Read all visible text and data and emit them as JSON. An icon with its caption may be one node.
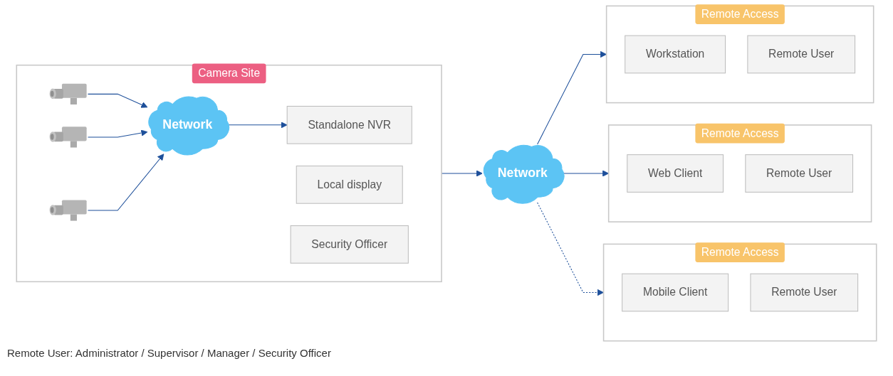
{
  "diagram": {
    "nodes": [
      {
        "text": [
          "Camera Site"
        ]
      },
      {
        "text": [],
        "shape": "picture",
        "in": 0
      },
      {
        "text": [],
        "shape": "picture",
        "in": 0
      },
      {
        "text": [],
        "shape": "picture",
        "in": 0
      },
      {
        "text": [
          "Network"
        ],
        "in": 0
      },
      {
        "text": [
          "Standalone NVR"
        ],
        "in": 0
      },
      {
        "text": [
          "Local display"
        ],
        "in": 0
      },
      {
        "text": [
          "Security Officer"
        ],
        "in": 0
      },
      {
        "text": [
          "Network"
        ]
      },
      {
        "text": [
          "Remote Access"
        ]
      },
      {
        "text": [
          "Workstation"
        ],
        "in": 9
      },
      {
        "text": [
          "Remote User"
        ],
        "in": 9
      },
      {
        "text": [
          "Remote Access"
        ]
      },
      {
        "text": [
          "Web Client"
        ],
        "in": 12
      },
      {
        "text": [
          "Remote User"
        ],
        "in": 12
      },
      {
        "text": [
          "Remote Access"
        ]
      },
      {
        "text": [
          "Mobile Client"
        ],
        "in": 15
      },
      {
        "text": [
          "Remote User"
        ],
        "in": 15
      }
    ],
    "edges": [
      {
        "from": 1,
        "to": 4,
        "arrow": "to"
      },
      {
        "from": 2,
        "to": 4,
        "arrow": "to"
      },
      {
        "from": 3,
        "to": 4,
        "arrow": "to"
      },
      {
        "from": 4,
        "to": 5,
        "arrow": "to"
      },
      {
        "from": 0,
        "to": 8,
        "arrow": "to"
      },
      {
        "from": 8,
        "to": 9,
        "arrow": "to"
      },
      {
        "from": 8,
        "to": 12,
        "arrow": "to"
      },
      {
        "from": 8,
        "to": 15,
        "arrow": "to",
        "style": "dashed"
      }
    ],
    "labels": [
      "Remote User: Administrator / Supervisor / Manager / Security Officer"
    ]
  }
}
